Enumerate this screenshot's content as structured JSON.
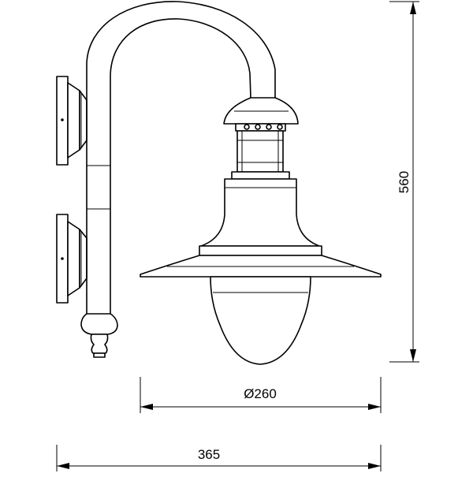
{
  "dimensions": {
    "height_label": "560",
    "diameter_label": "Ø260",
    "width_label": "365"
  },
  "colors": {
    "line": "#000000",
    "background": "#ffffff"
  }
}
